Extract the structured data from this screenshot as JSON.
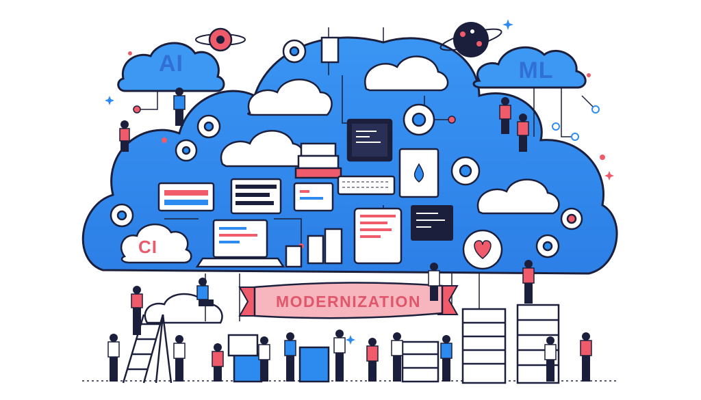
{
  "labels": {
    "ai": "AI",
    "ml": "ML",
    "ci": "CI",
    "banner": "MODERNIZATION"
  },
  "colors": {
    "cloud_blue": "#2d8bf0",
    "cloud_blue_light": "#5aa8f5",
    "outline": "#1b1f3b",
    "accent_red": "#ef5b6b",
    "banner_pink": "#f7b6bd",
    "white": "#ffffff"
  },
  "icons": [
    "eye-icon",
    "network-orbit-icon",
    "gear-icon",
    "heart-icon",
    "water-drop-icon",
    "server-rack-icon",
    "laptop-icon",
    "monitor-icon",
    "keyboard-icon",
    "tablet-icon",
    "ladder-icon"
  ]
}
